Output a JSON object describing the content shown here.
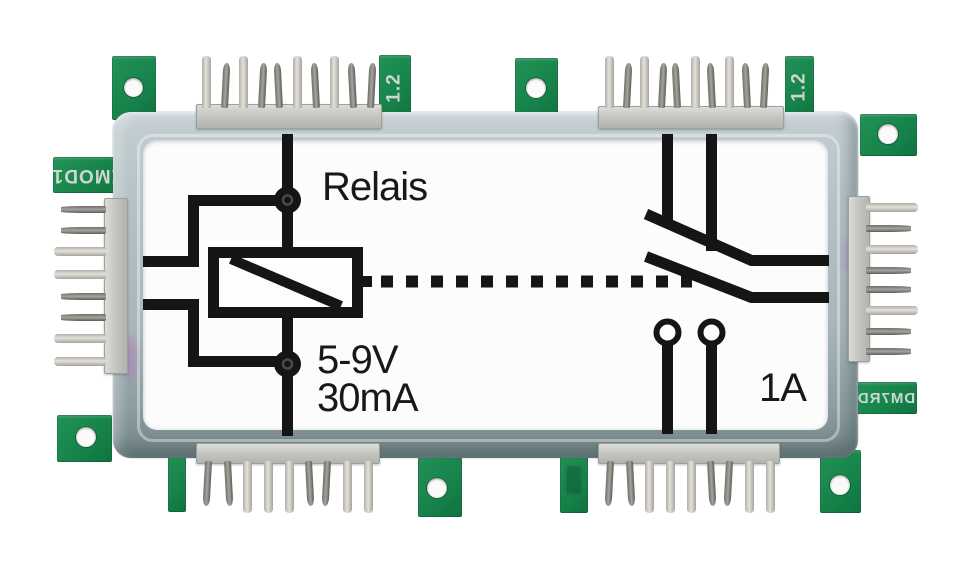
{
  "schematic": {
    "relay_label": "Relais",
    "coil_voltage": "5-9V",
    "coil_current": "30mA",
    "contact_rating": "1A"
  },
  "markings": {
    "top_left_version": "1.2",
    "top_right_version": "1.2",
    "left_strip": "EMOD1",
    "right_strip": "DM7RD"
  },
  "colors": {
    "pcb_green": "#17854b",
    "frame_gray": "#aebcc0",
    "panel_white": "#fcfcfd",
    "schematic_black": "#151515",
    "silkscreen": "#ccd7cf",
    "pin_light": "#d8d5ce",
    "pin_dark": "#75746f"
  },
  "connectors": {
    "top_left": {
      "pins": [
        "flat",
        "twist",
        "flat",
        "twist",
        "twist",
        "flat",
        "twist",
        "flat",
        "twist",
        "twist"
      ]
    },
    "top_right": {
      "pins": [
        "flat",
        "twist",
        "flat",
        "twist",
        "twist",
        "flat",
        "twist",
        "flat",
        "twist",
        "twist"
      ]
    },
    "bottom_left": {
      "pins": [
        "twist",
        "twist",
        "flat",
        "flat",
        "flat",
        "twist",
        "twist",
        "flat",
        "flat"
      ]
    },
    "bottom_right": {
      "pins": [
        "twist",
        "twist",
        "flat",
        "flat",
        "flat",
        "twist",
        "twist",
        "flat",
        "flat"
      ]
    },
    "left": {
      "pins": [
        "twist",
        "twist",
        "flat",
        "flat",
        "twist",
        "twist",
        "flat",
        "flat"
      ]
    },
    "right": {
      "pins": [
        "flat",
        "twist",
        "flat",
        "twist",
        "twist",
        "flat",
        "twist",
        "twist"
      ]
    }
  }
}
